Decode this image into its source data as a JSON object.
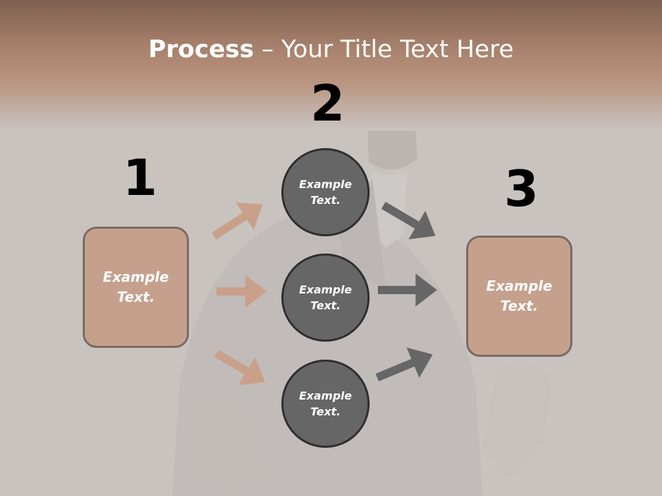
{
  "slide": {
    "title_bold": "Process",
    "title_rest": " – Your Title Text Here"
  },
  "steps": {
    "n1": "1",
    "n2": "2",
    "n3": "3"
  },
  "boxes": {
    "left": "Example Text.",
    "right": "Example Text."
  },
  "circles": {
    "top": "Example Text.",
    "middle": "Example Text.",
    "bottom": "Example Text."
  },
  "colors": {
    "box_fill": "#c5a08d",
    "circle_fill": "#666666",
    "tan_arrow": "#c9a08a",
    "gray_arrow": "#666666",
    "header": "#a6806b"
  }
}
